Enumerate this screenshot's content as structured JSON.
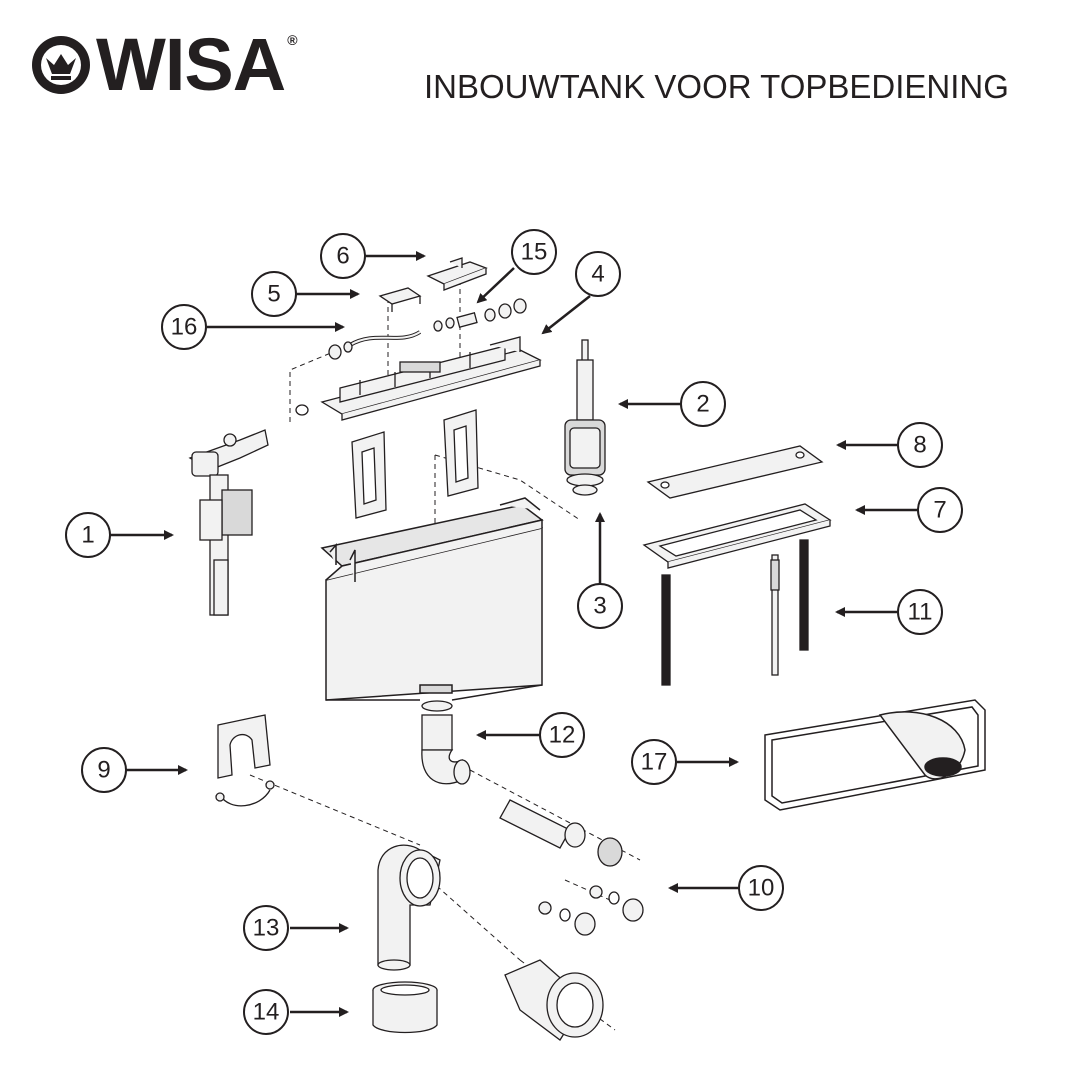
{
  "brand": {
    "name": "WISA",
    "registered_mark": "®",
    "logo_icon": "crown-in-circle-icon"
  },
  "title": "INBOUWTANK VOOR TOPBEDIENING",
  "colors": {
    "ink": "#231f20",
    "background": "#ffffff",
    "part_fill": "#f2f2f2",
    "part_shade": "#d9d9d9"
  },
  "callouts": [
    {
      "id": "1",
      "label": "1"
    },
    {
      "id": "2",
      "label": "2"
    },
    {
      "id": "3",
      "label": "3"
    },
    {
      "id": "4",
      "label": "4"
    },
    {
      "id": "5",
      "label": "5"
    },
    {
      "id": "6",
      "label": "6"
    },
    {
      "id": "7",
      "label": "7"
    },
    {
      "id": "8",
      "label": "8"
    },
    {
      "id": "9",
      "label": "9"
    },
    {
      "id": "10",
      "label": "10"
    },
    {
      "id": "11",
      "label": "11"
    },
    {
      "id": "12",
      "label": "12"
    },
    {
      "id": "13",
      "label": "13"
    },
    {
      "id": "14",
      "label": "14"
    },
    {
      "id": "15",
      "label": "15"
    },
    {
      "id": "16",
      "label": "16"
    },
    {
      "id": "17",
      "label": "17"
    }
  ]
}
